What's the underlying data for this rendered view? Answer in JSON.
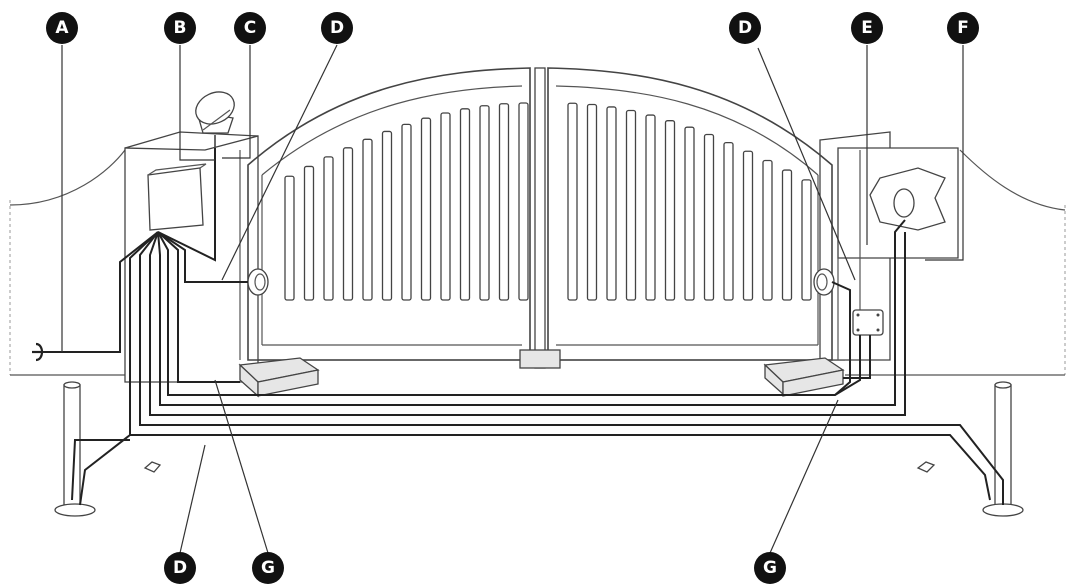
{
  "labels": {
    "top": [
      "A",
      "B",
      "C",
      "D",
      "D",
      "E",
      "F"
    ],
    "bottom": [
      "D",
      "G",
      "G"
    ]
  },
  "colors": {
    "background": "#ffffff",
    "line": "#444444",
    "cable": "#222222",
    "badge": "#111111",
    "badge_text": "#ffffff"
  }
}
